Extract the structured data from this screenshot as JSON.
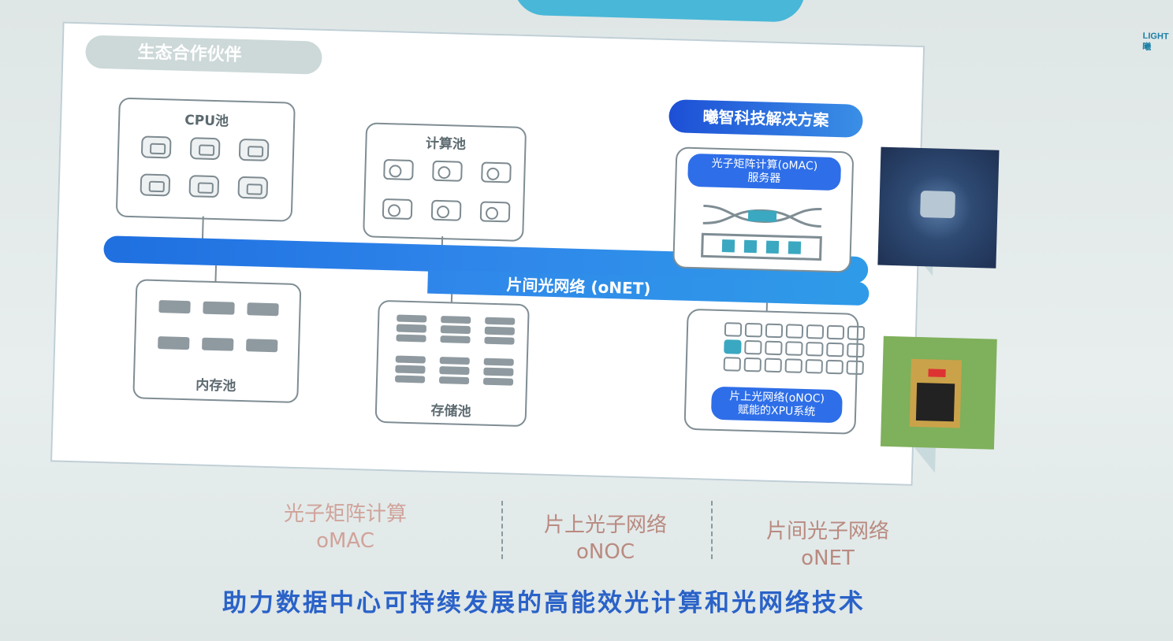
{
  "header": {
    "corner_logo": [
      "LIGHT",
      "曦"
    ]
  },
  "panel": {
    "eco_title": "生态合作伙伴",
    "cpu_pool": {
      "label": "CPU池"
    },
    "compute_pool": {
      "label": "计算池"
    },
    "memory_pool": {
      "label": "内存池"
    },
    "storage_pool": {
      "label": "存储池"
    },
    "onet_bar": "片间光网络 (oNET)",
    "solution_title": "曦智科技解决方案",
    "omac_server": [
      "光子矩阵计算(oMAC)",
      "服务器"
    ],
    "onoc_xpu": [
      "片上光网络(oNOC)",
      "赋能的XPU系统"
    ]
  },
  "bottom": {
    "items": [
      {
        "line1": "光子矩阵计算",
        "line2": "oMAC",
        "color": "#d0a39a"
      },
      {
        "line1": "片上光子网络",
        "line2": "oNOC",
        "color": "#b98a80"
      },
      {
        "line1": "片间光子网络",
        "line2": "oNET",
        "color": "#b98a80"
      }
    ],
    "tagline": "助力数据中心可持续发展的高能效光计算和光网络技术"
  },
  "colors": {
    "accent_blue": "#2e6ee8",
    "tagline_blue": "#2a62c8",
    "banner_cyan": "#49b7d8"
  },
  "icons": {
    "cpu": "cpu-chip-icon",
    "gpu": "gpu-card-icon",
    "memory": "memory-stick-icon",
    "storage": "server-rack-icon"
  }
}
